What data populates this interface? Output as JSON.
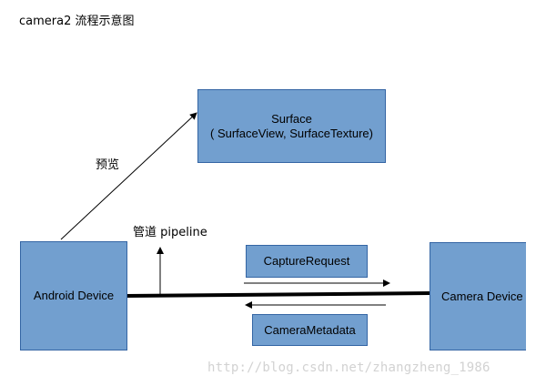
{
  "title": "camera2  流程示意图",
  "nodes": {
    "surface": {
      "line1": "Surface",
      "line2": "( SurfaceView, SurfaceTexture)"
    },
    "android_device": {
      "label": "Android Device"
    },
    "camera_device": {
      "label": "Camera Device"
    },
    "capture_request": {
      "label": "CaptureRequest"
    },
    "camera_metadata": {
      "label": "CameraMetadata"
    }
  },
  "edges": {
    "preview": {
      "label": "预览"
    },
    "pipeline": {
      "label": "管道 pipeline"
    }
  },
  "watermark": "http://blog.csdn.net/zhangzheng_1986",
  "colors": {
    "box_fill": "#729fcf",
    "box_border": "#3465a4",
    "line": "#000000",
    "watermark": "#d2d2d2"
  }
}
